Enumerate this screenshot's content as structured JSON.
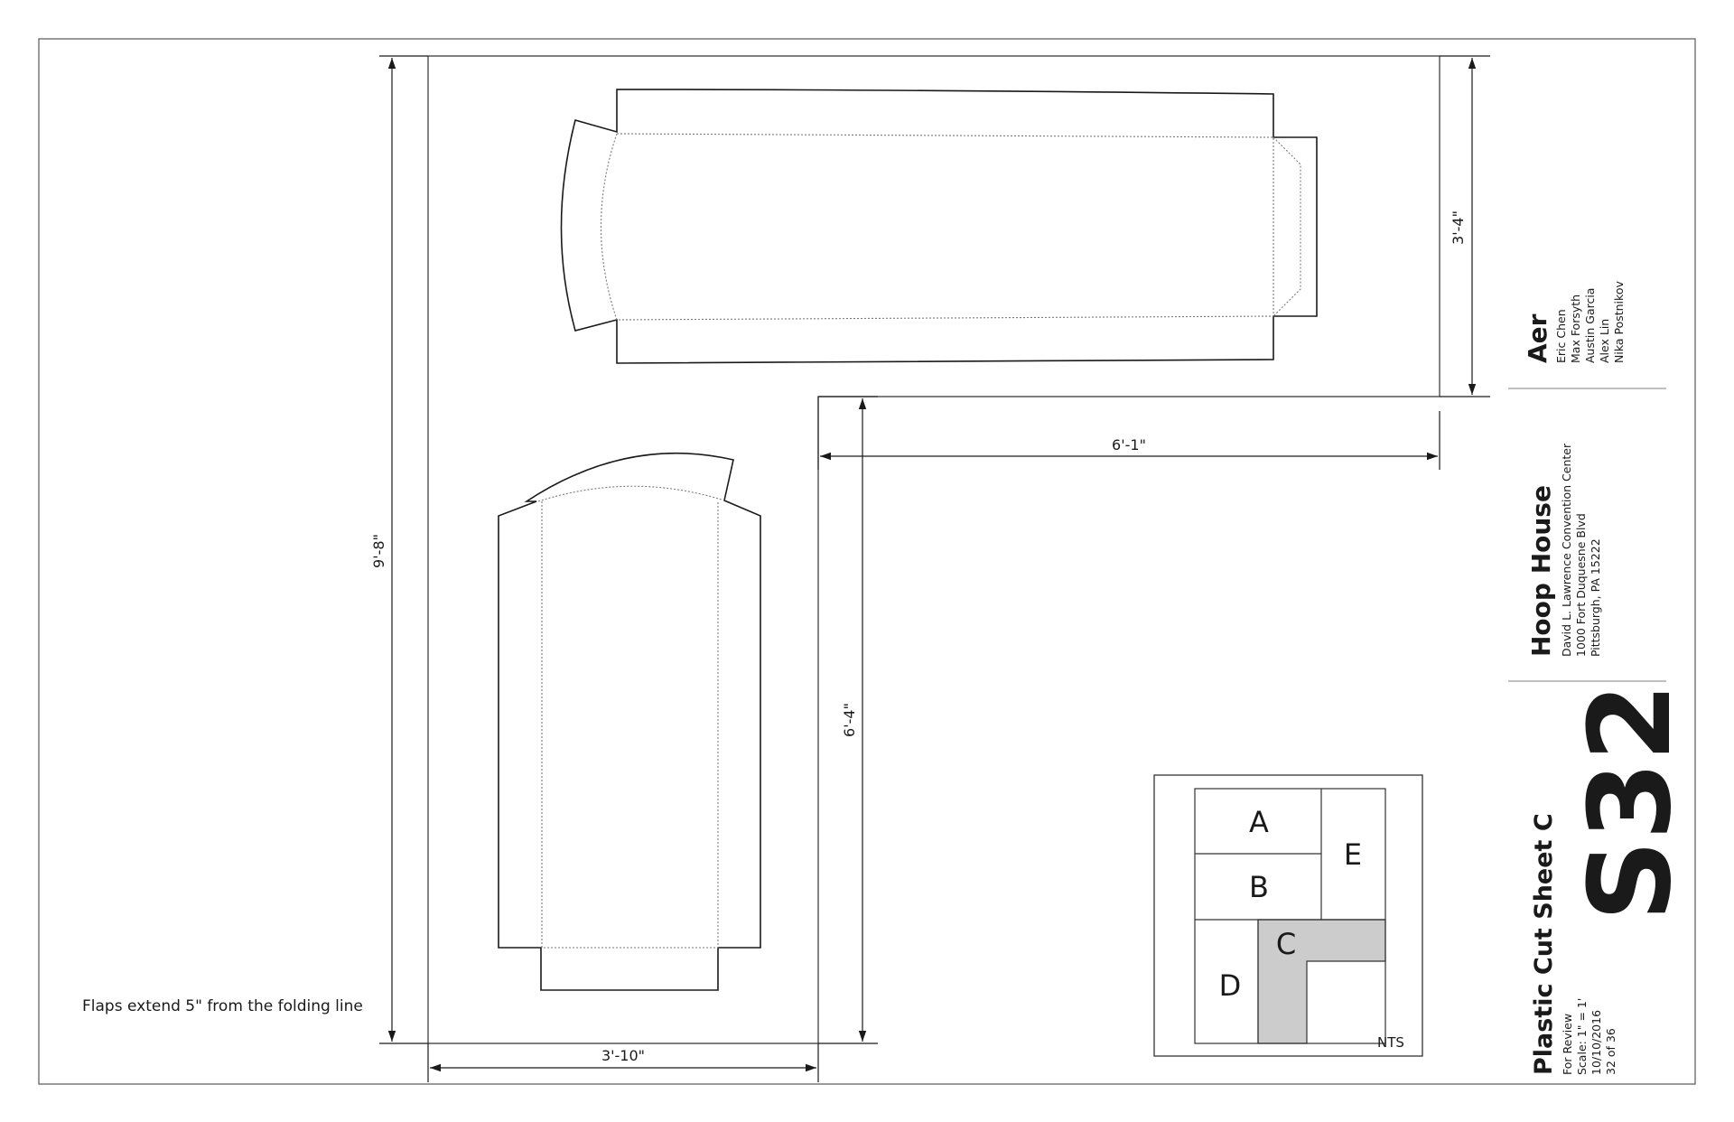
{
  "dimensions": {
    "total_height": "9'-8\"",
    "top_piece_height": "3'-4\"",
    "notch_width": "6'-1\"",
    "notch_height": "6'-4\"",
    "bottom_width": "3'-10\""
  },
  "note": "Flaps extend 5\" from the folding line",
  "key_map": {
    "labels": {
      "a": "A",
      "b": "B",
      "c": "C",
      "d": "D",
      "e": "E"
    },
    "highlight_color": "#cccccc",
    "scale_note": "NTS"
  },
  "title_block": {
    "team": {
      "name": "Aer",
      "members": [
        "Eric Chen",
        "Max Forsyth",
        "Austin Garcia",
        "Alex Lin",
        "Nika Postnikov"
      ]
    },
    "project": {
      "name": "Hoop House",
      "address": [
        "David L. Lawrence Convention Center",
        "1000 Fort Duquesne Blvd",
        "Pittsburgh, PA 15222"
      ]
    },
    "sheet": {
      "title": "Plastic Cut Sheet C",
      "details": [
        "For Review",
        "Scale: 1\" = 1'",
        "10/10/2016",
        "32 of 36"
      ],
      "number": "S32"
    }
  }
}
